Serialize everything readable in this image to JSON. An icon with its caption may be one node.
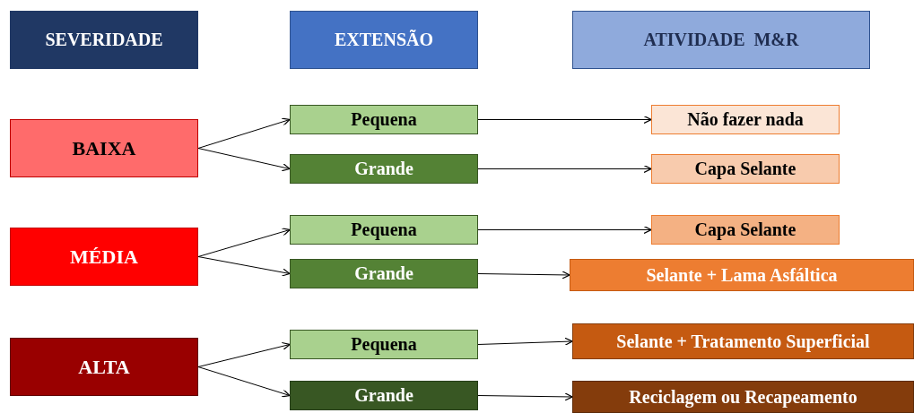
{
  "diagram": {
    "nodes": [
      {
        "text": [
          "SEVERIDADE"
        ]
      },
      {
        "text": [
          "EXTENSÃO"
        ]
      },
      {
        "text": [
          "ATIVIDADE  M&R"
        ]
      },
      {
        "text": [
          "BAIXA"
        ]
      },
      {
        "text": [
          "Pequena"
        ]
      },
      {
        "text": [
          "Não fazer nada"
        ]
      },
      {
        "text": [
          "Grande"
        ]
      },
      {
        "text": [
          "Capa Selante"
        ]
      },
      {
        "text": [
          "MÉDIA"
        ]
      },
      {
        "text": [
          "Pequena"
        ]
      },
      {
        "text": [
          "Capa Selante"
        ]
      },
      {
        "text": [
          "Grande"
        ]
      },
      {
        "text": [
          "Selante + Lama Asfáltica"
        ]
      },
      {
        "text": [
          "ALTA"
        ]
      },
      {
        "text": [
          "Pequena"
        ]
      },
      {
        "text": [
          "Selante + Tratamento Superficial"
        ]
      },
      {
        "text": [
          "Grande"
        ]
      },
      {
        "text": [
          "Reciclagem ou Recapeamento"
        ]
      }
    ],
    "edges": [
      {
        "from": 3,
        "to": 4,
        "arrow": "to"
      },
      {
        "from": 3,
        "to": 6,
        "arrow": "to"
      },
      {
        "from": 4,
        "to": 5,
        "arrow": "to"
      },
      {
        "from": 6,
        "to": 7,
        "arrow": "to"
      },
      {
        "from": 8,
        "to": 9,
        "arrow": "to"
      },
      {
        "from": 8,
        "to": 11,
        "arrow": "to"
      },
      {
        "from": 9,
        "to": 10,
        "arrow": "to"
      },
      {
        "from": 11,
        "to": 12,
        "arrow": "to"
      },
      {
        "from": 13,
        "to": 14,
        "arrow": "to"
      },
      {
        "from": 13,
        "to": 16,
        "arrow": "to"
      },
      {
        "from": 14,
        "to": 15,
        "arrow": "to"
      },
      {
        "from": 16,
        "to": 17,
        "arrow": "to"
      }
    ]
  }
}
